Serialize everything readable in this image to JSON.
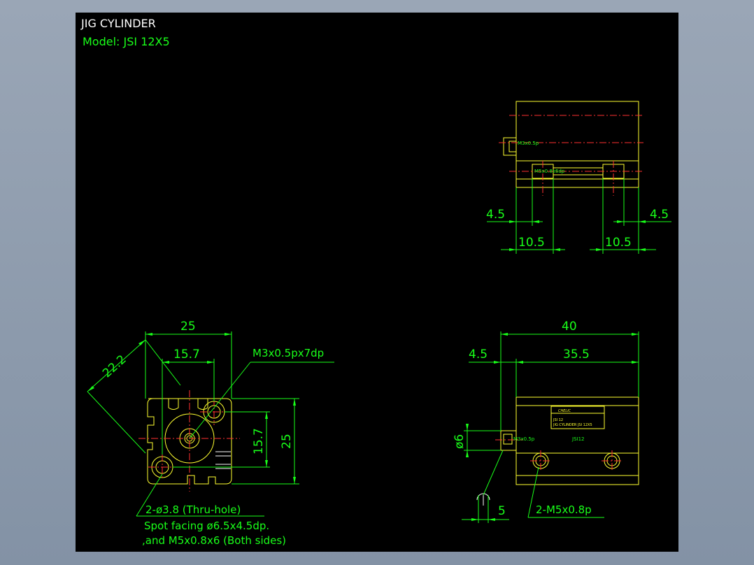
{
  "title": "JIG CYLINDER",
  "model": "Model: JSI 12X5",
  "colors": {
    "background": "#000000",
    "outline": "#ffff30",
    "dimension": "#19ff19",
    "centerline": "#ff3030",
    "title": "#ffffff",
    "chrome": "#8a97a8"
  },
  "top_view": {
    "port_upper": "M3x0.5p",
    "port_lower": "M5x0.8x6dp",
    "dim_left_small": "4.5",
    "dim_right_small": "4.5",
    "dim_left_large": "10.5",
    "dim_right_large": "10.5"
  },
  "front_view": {
    "dim_width": "25",
    "dim_inner": "15.7",
    "dim_diagonal": "22.2",
    "dim_height": "25",
    "dim_height_inner": "15.7",
    "callout_port": "M3x0.5px7dp",
    "note_line1": "2-ø3.8 (Thru-hole)",
    "note_line2": "Spot facing ø6.5x4.5dp.",
    "note_line3": ",and M5x0.8x6 (Both sides)"
  },
  "side_view": {
    "dim_total": "40",
    "dim_left": "4.5",
    "dim_body": "35.5",
    "dim_diameter": "ø6",
    "dim_bottom": "5",
    "port_label": "M3x0.5p",
    "model_label": "JSI12",
    "brand_label": "CHELIC",
    "plate_line1": "JSI 12",
    "plate_line2": "JIG CYLINDER JSI 12X5",
    "callout_holes": "2-M5x0.8p"
  }
}
